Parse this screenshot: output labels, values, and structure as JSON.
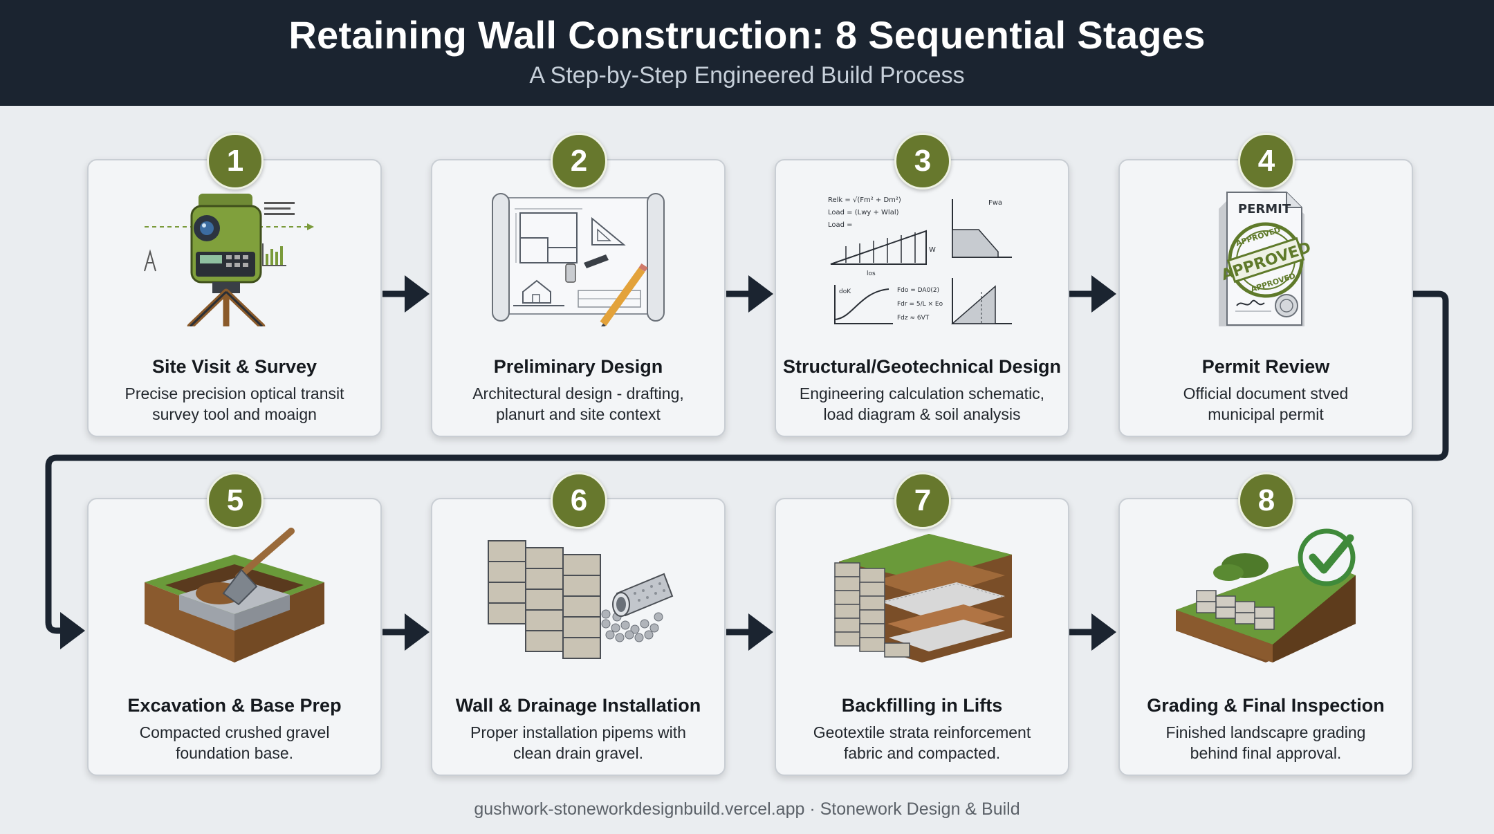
{
  "header": {
    "title": "Retaining Wall Construction: 8 Sequential Stages",
    "subtitle": "A Step-by-Step Engineered Build Process"
  },
  "colors": {
    "header_bg": "#1b2430",
    "badge": "#67782d",
    "connector": "#1b2430"
  },
  "steps": [
    {
      "number": "1",
      "title": "Site Visit & Survey",
      "desc1": "Precise precision optical transit",
      "desc2": "survey tool and moaign",
      "icon": "survey-instrument-icon"
    },
    {
      "number": "2",
      "title": "Preliminary Design",
      "desc1": "Architectural design - drafting,",
      "desc2": "planurt and site context",
      "icon": "blueprint-icon"
    },
    {
      "number": "3",
      "title": "Structural/Geotechnical Design",
      "desc1": "Engineering calculation schematic,",
      "desc2": "load diagram & soil analysis",
      "icon": "engineering-calculation-icon",
      "labels": {
        "eq1": "Relk = √(Fm² + Dm²)",
        "eq2": "Load = (Lwy + Wlal)",
        "eq3": "Load =",
        "w": "W",
        "los": "los",
        "dok": "doK",
        "fdo": "Fdo = DA0(2)",
        "fdr": "Fdr = 5/L × Eo",
        "fdz": "Fdz ≈ 6VT",
        "fw": "Fwa"
      }
    },
    {
      "number": "4",
      "title": "Permit Review",
      "desc1": "Official document stved",
      "desc2": "municipal permit",
      "icon": "permit-document-icon",
      "labels": {
        "permit": "PERMIT",
        "stamp": "APPROVED",
        "stamp_arc_top": "APPROVED",
        "stamp_arc_bottom": "APPROVED"
      }
    },
    {
      "number": "5",
      "title": "Excavation & Base Prep",
      "desc1": "Compacted crushed gravel",
      "desc2": "foundation base.",
      "icon": "excavation-shovel-icon"
    },
    {
      "number": "6",
      "title": "Wall & Drainage Installation",
      "desc1": "Proper installation pipems with",
      "desc2": "clean drain gravel.",
      "icon": "wall-blocks-drain-pipe-icon"
    },
    {
      "number": "7",
      "title": "Backfilling in Lifts",
      "desc1": "Geotextile strata reinforcement",
      "desc2": "fabric and compacted.",
      "icon": "backfill-layers-icon"
    },
    {
      "number": "8",
      "title": "Grading & Final Inspection",
      "desc1": "Finished landscapre grading",
      "desc2": "behind final approval.",
      "icon": "checkmark-landscape-icon"
    }
  ],
  "footer": {
    "text": "gushwork-stoneworkdesignbuild.vercel.app · Stonework Design & Build"
  }
}
